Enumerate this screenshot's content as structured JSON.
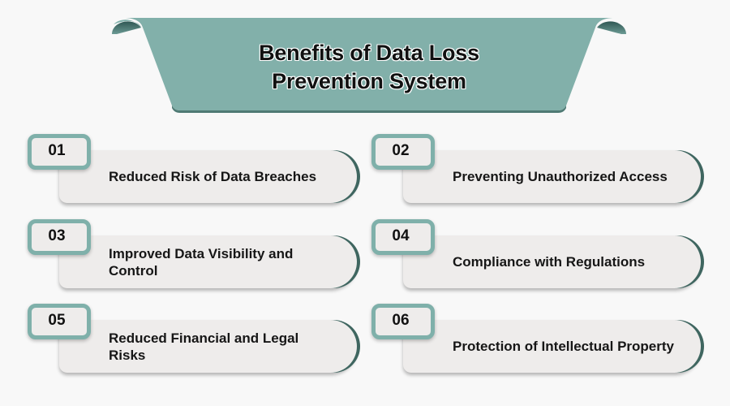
{
  "header": {
    "title_line1": "Benefits of Data Loss",
    "title_line2": "Prevention System",
    "banner_color": "#82b0aa",
    "banner_fold_color": "#3f6a65"
  },
  "benefits": [
    {
      "number": "01",
      "label": "Reduced Risk of Data Breaches"
    },
    {
      "number": "02",
      "label": "Preventing Unauthorized Access"
    },
    {
      "number": "03",
      "label": "Improved Data Visibility and Control"
    },
    {
      "number": "04",
      "label": "Compliance with Regulations"
    },
    {
      "number": "05",
      "label": "Reduced Financial and Legal Risks"
    },
    {
      "number": "06",
      "label": "Protection of Intellectual Property"
    }
  ],
  "colors": {
    "background": "#f8f8f8",
    "card_fill": "#eeeceb",
    "badge_border": "#7fb0aa",
    "card_edge": "#3f6660",
    "text": "#161616"
  }
}
